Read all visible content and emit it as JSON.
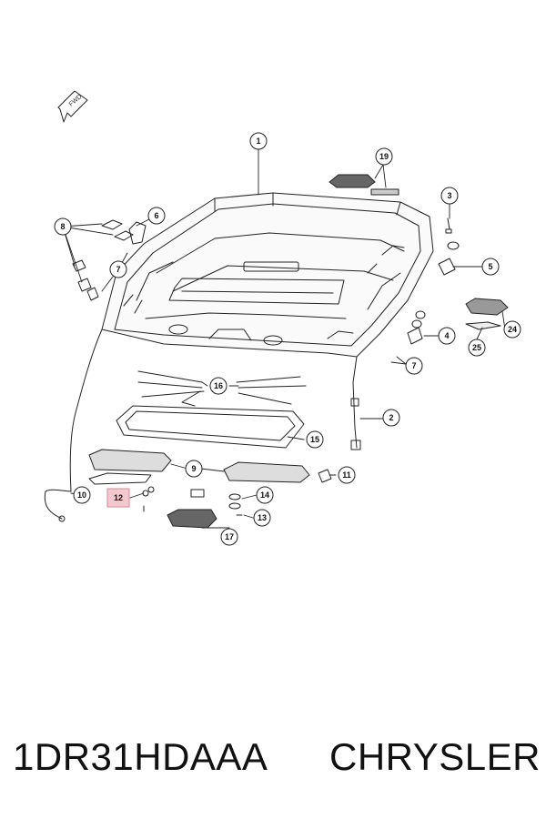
{
  "diagram": {
    "direction_indicator": "FWD",
    "highlight_color": "#f3c9cf",
    "callouts": [
      {
        "id": "c1",
        "label": "1"
      },
      {
        "id": "c2",
        "label": "2"
      },
      {
        "id": "c3",
        "label": "3"
      },
      {
        "id": "c4",
        "label": "4"
      },
      {
        "id": "c5",
        "label": "5"
      },
      {
        "id": "c6",
        "label": "6"
      },
      {
        "id": "c7a",
        "label": "7"
      },
      {
        "id": "c7b",
        "label": "7"
      },
      {
        "id": "c8",
        "label": "8"
      },
      {
        "id": "c9",
        "label": "9"
      },
      {
        "id": "c10",
        "label": "10"
      },
      {
        "id": "c11",
        "label": "11"
      },
      {
        "id": "c12",
        "label": "12",
        "highlighted": true
      },
      {
        "id": "c13",
        "label": "13"
      },
      {
        "id": "c14",
        "label": "14"
      },
      {
        "id": "c15",
        "label": "15"
      },
      {
        "id": "c16",
        "label": "16"
      },
      {
        "id": "c17",
        "label": "17"
      },
      {
        "id": "c19",
        "label": "19"
      },
      {
        "id": "c24",
        "label": "24"
      },
      {
        "id": "c25",
        "label": "25"
      }
    ]
  },
  "caption": {
    "part_number": "1DR31HDAAA",
    "brand": "CHRYSLER"
  }
}
